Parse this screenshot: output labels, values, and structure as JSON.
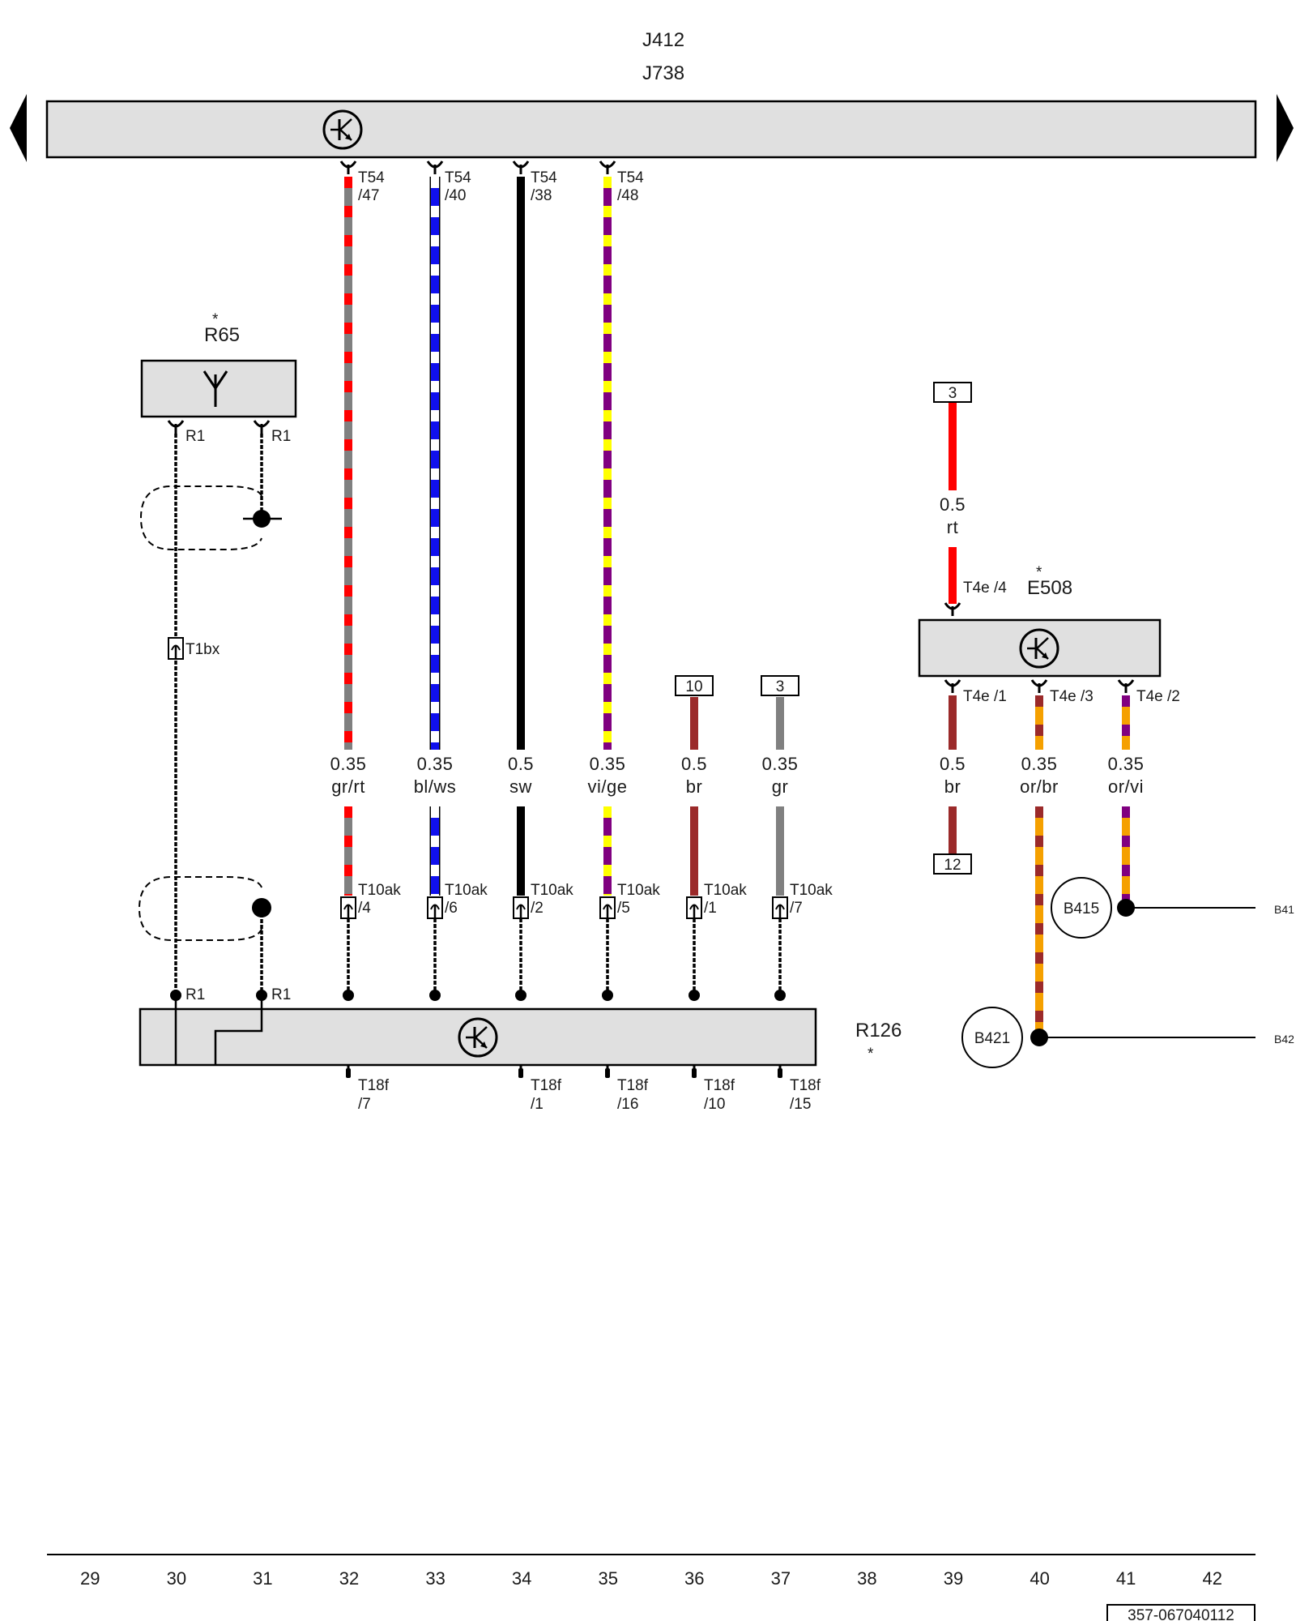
{
  "header": {
    "component_top": "J412",
    "component_bottom": "J738"
  },
  "modules": {
    "r65": {
      "label": "R65",
      "star": "*",
      "pins": [
        "R1",
        "R1"
      ]
    },
    "r126": {
      "label": "R126",
      "star": "*",
      "pins": [
        "R1",
        "R1"
      ]
    },
    "e508": {
      "label": "E508",
      "star": "*",
      "pin_top": "T4e /4"
    },
    "t1bx": {
      "label": "T1bx"
    }
  },
  "wires_left": [
    {
      "top_conn": "T54",
      "top_pin": "/47",
      "gauge": "0.35",
      "color": "gr/rt",
      "mid_conn": "T10ak",
      "mid_pin": "/4",
      "bot_conn": "T18f",
      "bot_pin": "/7"
    },
    {
      "top_conn": "T54",
      "top_pin": "/40",
      "gauge": "0.35",
      "color": "bl/ws",
      "mid_conn": "T10ak",
      "mid_pin": "/6",
      "bot_conn": "",
      "bot_pin": ""
    },
    {
      "top_conn": "T54",
      "top_pin": "/38",
      "gauge": "0.5",
      "color": "sw",
      "mid_conn": "T10ak",
      "mid_pin": "/2",
      "bot_conn": "T18f",
      "bot_pin": "/1"
    },
    {
      "top_conn": "T54",
      "top_pin": "/48",
      "gauge": "0.35",
      "color": "vi/ge",
      "mid_conn": "T10ak",
      "mid_pin": "/5",
      "bot_conn": "T18f",
      "bot_pin": "/16"
    },
    {
      "box": "10",
      "gauge": "0.5",
      "color": "br",
      "mid_conn": "T10ak",
      "mid_pin": "/1",
      "bot_conn": "T18f",
      "bot_pin": "/10"
    },
    {
      "box": "3",
      "gauge": "0.35",
      "color": "gr",
      "mid_conn": "T10ak",
      "mid_pin": "/7",
      "bot_conn": "T18f",
      "bot_pin": "/15"
    }
  ],
  "wires_right": [
    {
      "pin": "T4e /1",
      "gauge": "0.5",
      "color": "br",
      "bottom_box": "12"
    },
    {
      "pin": "T4e /3",
      "gauge": "0.35",
      "color": "or/br",
      "ground": "B421",
      "ref": "B42"
    },
    {
      "pin": "T4e /2",
      "gauge": "0.35",
      "color": "or/vi",
      "ground": "B415",
      "ref": "B41"
    }
  ],
  "supply": {
    "box": "3",
    "gauge": "0.5",
    "color": "rt"
  },
  "ruler": [
    "29",
    "30",
    "31",
    "32",
    "33",
    "34",
    "35",
    "36",
    "37",
    "38",
    "39",
    "40",
    "41",
    "42"
  ],
  "doc_number": "357-067040112",
  "colors": {
    "red": "#ff0000",
    "grey": "#808080",
    "blue": "#1010ee",
    "black": "#000000",
    "violet": "#800080",
    "yellow": "#ffff00",
    "brown": "#9b2a2a",
    "orange": "#f5a000",
    "module_fill": "#e0e0e0"
  }
}
